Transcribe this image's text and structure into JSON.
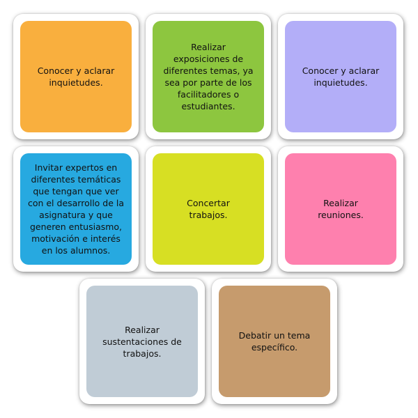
{
  "items": [
    {
      "text": "Conocer y aclarar inquietudes.",
      "color": "#F9AF3E"
    },
    {
      "text": "Realizar exposiciones de diferentes temas, ya sea por parte de los facilitadores o estudiantes.",
      "color": "#8DC63F"
    },
    {
      "text": "Conocer y aclarar inquietudes.",
      "color": "#B3AEF8"
    },
    {
      "text": "Invitar expertos en diferentes temáticas que tengan que ver con el desarrollo de la asignatura y que generen entusiasmo, motivación e interés en los alumnos.",
      "color": "#27A9E0"
    },
    {
      "text": "Concertar trabajos.",
      "color": "#D7DF23"
    },
    {
      "text": "Realizar reuniones.",
      "color": "#FE80AE"
    },
    {
      "text": "Realizar sustentaciones de trabajos.",
      "color": "#C0CCD6"
    },
    {
      "text": "Debatir un tema específico.",
      "color": "#C69B6D"
    }
  ]
}
